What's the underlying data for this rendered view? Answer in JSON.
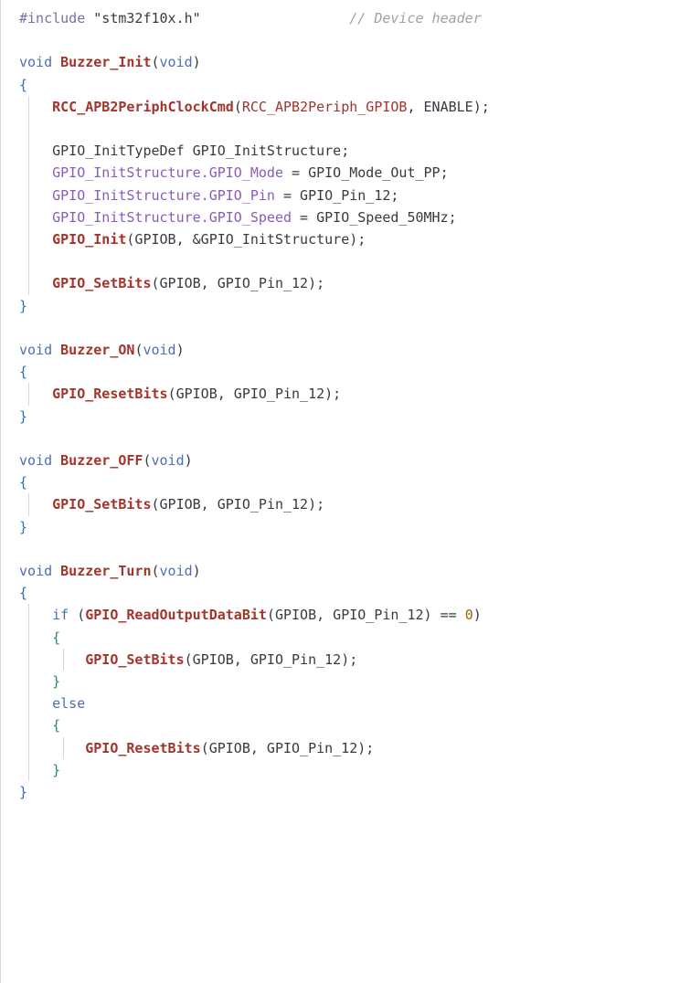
{
  "editor": {
    "lines": [
      [
        {
          "t": "#include",
          "c": "preproc"
        },
        {
          "t": " \"stm32f10x.h\"",
          "c": "string"
        },
        {
          "t": "                  // Device header",
          "c": "comment"
        }
      ],
      [],
      [
        {
          "t": "void",
          "c": "keyword"
        },
        {
          "t": " ",
          "c": "ident"
        },
        {
          "t": "Buzzer_Init",
          "c": "fn"
        },
        {
          "t": "(",
          "c": "punct"
        },
        {
          "t": "void",
          "c": "keyword"
        },
        {
          "t": ")",
          "c": "punct"
        }
      ],
      [
        {
          "t": "{",
          "c": "brace"
        }
      ],
      [
        {
          "t": "    ",
          "c": "ident"
        },
        {
          "t": "RCC_APB2PeriphClockCmd",
          "c": "fn"
        },
        {
          "t": "(",
          "c": "punct"
        },
        {
          "t": "RCC_APB2Periph_GPIOB",
          "c": "macro"
        },
        {
          "t": ", ENABLE);",
          "c": "punct"
        }
      ],
      [],
      [
        {
          "t": "    GPIO_InitTypeDef GPIO_InitStructure;",
          "c": "ident"
        }
      ],
      [
        {
          "t": "    GPIO_InitStructure.",
          "c": "struct"
        },
        {
          "t": "GPIO_Mode",
          "c": "struct"
        },
        {
          "t": " = GPIO_Mode_Out_PP;",
          "c": "ident"
        }
      ],
      [
        {
          "t": "    GPIO_InitStructure.",
          "c": "struct"
        },
        {
          "t": "GPIO_Pin",
          "c": "struct"
        },
        {
          "t": " = GPIO_Pin_12;",
          "c": "ident"
        }
      ],
      [
        {
          "t": "    GPIO_InitStructure.",
          "c": "struct"
        },
        {
          "t": "GPIO_Speed",
          "c": "struct"
        },
        {
          "t": " = GPIO_Speed_50MHz;",
          "c": "ident"
        }
      ],
      [
        {
          "t": "    ",
          "c": "ident"
        },
        {
          "t": "GPIO_Init",
          "c": "fn"
        },
        {
          "t": "(GPIOB, &GPIO_InitStructure);",
          "c": "punct"
        }
      ],
      [],
      [
        {
          "t": "    ",
          "c": "ident"
        },
        {
          "t": "GPIO_SetBits",
          "c": "fn"
        },
        {
          "t": "(GPIOB, GPIO_Pin_12);",
          "c": "punct"
        }
      ],
      [
        {
          "t": "}",
          "c": "brace"
        }
      ],
      [],
      [
        {
          "t": "void",
          "c": "keyword"
        },
        {
          "t": " ",
          "c": "ident"
        },
        {
          "t": "Buzzer_ON",
          "c": "fn"
        },
        {
          "t": "(",
          "c": "punct"
        },
        {
          "t": "void",
          "c": "keyword"
        },
        {
          "t": ")",
          "c": "punct"
        }
      ],
      [
        {
          "t": "{",
          "c": "brace"
        }
      ],
      [
        {
          "t": "    ",
          "c": "ident"
        },
        {
          "t": "GPIO_ResetBits",
          "c": "fn"
        },
        {
          "t": "(GPIOB, GPIO_Pin_12);",
          "c": "punct"
        }
      ],
      [
        {
          "t": "}",
          "c": "brace"
        }
      ],
      [],
      [
        {
          "t": "void",
          "c": "keyword"
        },
        {
          "t": " ",
          "c": "ident"
        },
        {
          "t": "Buzzer_OFF",
          "c": "fn"
        },
        {
          "t": "(",
          "c": "punct"
        },
        {
          "t": "void",
          "c": "keyword"
        },
        {
          "t": ")",
          "c": "punct"
        }
      ],
      [
        {
          "t": "{",
          "c": "brace"
        }
      ],
      [
        {
          "t": "    ",
          "c": "ident"
        },
        {
          "t": "GPIO_SetBits",
          "c": "fn"
        },
        {
          "t": "(GPIOB, GPIO_Pin_12);",
          "c": "punct"
        }
      ],
      [
        {
          "t": "}",
          "c": "brace"
        }
      ],
      [],
      [
        {
          "t": "void",
          "c": "keyword"
        },
        {
          "t": " ",
          "c": "ident"
        },
        {
          "t": "Buzzer_Turn",
          "c": "fn"
        },
        {
          "t": "(",
          "c": "punct"
        },
        {
          "t": "void",
          "c": "keyword"
        },
        {
          "t": ")",
          "c": "punct"
        }
      ],
      [
        {
          "t": "{",
          "c": "brace"
        }
      ],
      [
        {
          "t": "    ",
          "c": "ident"
        },
        {
          "t": "if",
          "c": "keyword"
        },
        {
          "t": " (",
          "c": "punct"
        },
        {
          "t": "GPIO_ReadOutputDataBit",
          "c": "fn"
        },
        {
          "t": "(GPIOB, GPIO_Pin_12) == ",
          "c": "punct"
        },
        {
          "t": "0",
          "c": "num"
        },
        {
          "t": ")",
          "c": "punct"
        }
      ],
      [
        {
          "t": "    ",
          "c": "ident"
        },
        {
          "t": "{",
          "c": "brace-inner"
        }
      ],
      [
        {
          "t": "        ",
          "c": "ident"
        },
        {
          "t": "GPIO_SetBits",
          "c": "fn"
        },
        {
          "t": "(GPIOB, GPIO_Pin_12);",
          "c": "punct"
        }
      ],
      [
        {
          "t": "    ",
          "c": "ident"
        },
        {
          "t": "}",
          "c": "brace-inner"
        }
      ],
      [
        {
          "t": "    ",
          "c": "ident"
        },
        {
          "t": "else",
          "c": "keyword"
        }
      ],
      [
        {
          "t": "    ",
          "c": "ident"
        },
        {
          "t": "{",
          "c": "brace-inner"
        }
      ],
      [
        {
          "t": "        ",
          "c": "ident"
        },
        {
          "t": "GPIO_ResetBits",
          "c": "fn"
        },
        {
          "t": "(GPIOB, GPIO_Pin_12);",
          "c": "punct"
        }
      ],
      [
        {
          "t": "    ",
          "c": "ident"
        },
        {
          "t": "}",
          "c": "brace-inner"
        }
      ],
      [
        {
          "t": "}",
          "c": "brace"
        }
      ]
    ]
  }
}
